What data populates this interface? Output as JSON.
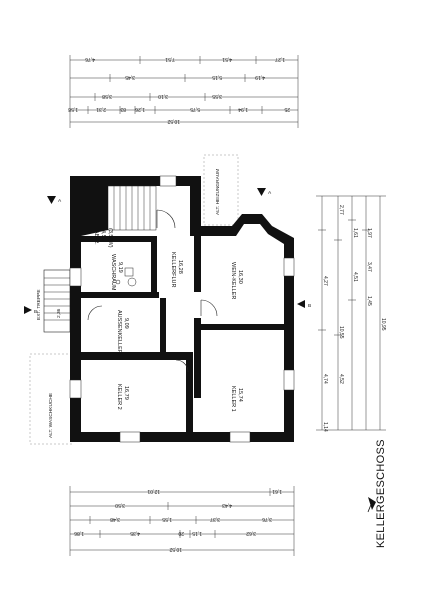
{
  "title": "KELLERGESCHOSS",
  "rooms": [
    {
      "id": "ab-r",
      "name": "AB-R.",
      "area": "4,55",
      "extra": "(3,50W)"
    },
    {
      "id": "waschraum",
      "name": "WASCHRAUM",
      "area": "9,19"
    },
    {
      "id": "kellerflur",
      "name": "KELLERFLUR",
      "area": "16,28"
    },
    {
      "id": "wein-hobby",
      "name": "WEIN-KELLER",
      "area": "16,30"
    },
    {
      "id": "aussenkeller",
      "name": "AUSSENKELLER",
      "area": "9,09"
    },
    {
      "id": "keller2",
      "name": "KELLER 2",
      "area": "16,79"
    },
    {
      "id": "keller1",
      "name": "KELLER 1",
      "area": "15,74"
    }
  ],
  "notes": {
    "erdreich_top": "ALT. HEIZUNGRAUM",
    "erdreich_left": "ALT. WASCHKUCHE",
    "stair_left": "EXT. TREPPE",
    "left_dim": "2,36"
  },
  "section_marks": {
    "a_top": "A",
    "a_left": "A",
    "b_left": "B",
    "b_right": "B"
  },
  "dims_top": {
    "row1": [
      "4,76",
      "7,51",
      "4,51",
      "1,27"
    ],
    "row2": [
      "3,45",
      "5,15",
      "4,19"
    ],
    "row3": [
      "3,58",
      "3,10",
      "3,55"
    ],
    "row4": [
      "1,58",
      "2,31",
      "83",
      "1,26",
      "5,75",
      "1,94",
      "25"
    ],
    "overall": "10,52"
  },
  "dims_bottom": {
    "row1": [
      "12,01",
      "1,61"
    ],
    "row2": [
      "3,50",
      "4,43"
    ],
    "row3": [
      "3,48",
      "1,55",
      "3,37",
      "3,76"
    ],
    "row4": [
      "1,86",
      "4,35",
      "20",
      "1,15",
      "3,62"
    ],
    "overall": "10,52"
  },
  "dims_right": {
    "inner": [
      "2,77",
      "1,61",
      "4,51",
      "1,97"
    ],
    "mid": [
      "4,27",
      "3,47"
    ],
    "outer": [
      "4,74",
      "4,52",
      "1,45",
      "1,14"
    ],
    "total_a": "10,55",
    "total_b": "10,95"
  }
}
